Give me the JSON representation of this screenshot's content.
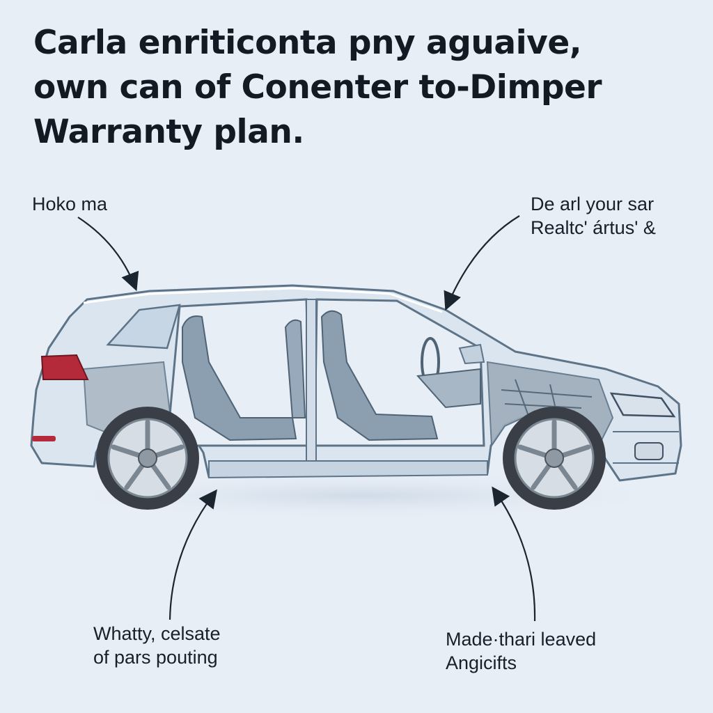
{
  "headline": {
    "line1": "Carla enriticonta pny aguaive,",
    "line2": "own can of Conenter to-Dimper",
    "line3": "Warranty plan."
  },
  "callouts": {
    "top_left": {
      "line1": "Hoko ma"
    },
    "top_right": {
      "line1": "De arl your sar",
      "line2": "Realtc' ártus' &"
    },
    "bottom_left": {
      "line1": "Whatty, celsate",
      "line2": "of pars pouting"
    },
    "bottom_right": {
      "line1": "Made·thari leaved",
      "line2": "Angicifts"
    }
  },
  "colors": {
    "background": "#e6edf5",
    "body": "#dbe5ef",
    "outline": "#5d7387",
    "glass": "#c7d6e4",
    "seat": "#8c9fb1",
    "tire": "#3a3f47",
    "taillight": "#b52a3a"
  }
}
